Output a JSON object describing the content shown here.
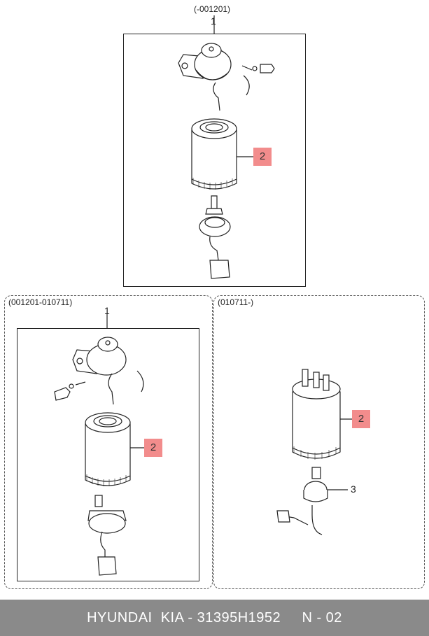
{
  "diagram": {
    "top_group": {
      "range_label": "(-001201)",
      "assembly_callout": "1",
      "filter_callout": "2"
    },
    "left_group": {
      "range_label": "(001201-010711)",
      "assembly_callout": "1",
      "filter_callout": "2"
    },
    "right_group": {
      "range_label": "(010711-)",
      "filter_callout": "2",
      "sensor_callout": "3"
    }
  },
  "footer": {
    "text": "HYUNDAI  KIA - 31395H1952     N - 02"
  },
  "colors": {
    "highlight": "#f28c8c",
    "footer_bg": "#8a8a8a",
    "footer_text": "#ffffff"
  }
}
